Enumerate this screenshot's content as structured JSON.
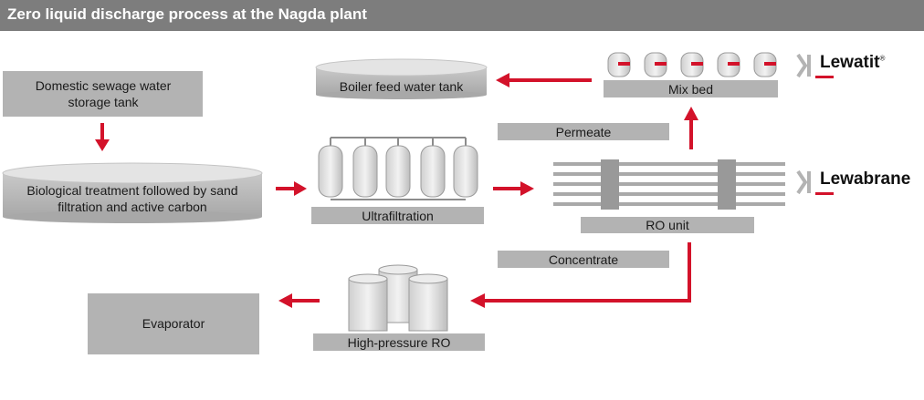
{
  "title": "Zero liquid discharge process at the Nagda plant",
  "nodes": {
    "domestic_sewage": "Domestic sewage water storage tank",
    "biological": "Biological treatment followed by sand filtration and active carbon",
    "ultrafiltration": "Ultrafiltration",
    "ro_unit": "RO unit",
    "mix_bed": "Mix bed",
    "boiler": "Boiler feed water tank",
    "high_pressure_ro": "High-pressure RO",
    "evaporator": "Evaporator"
  },
  "flows": {
    "permeate": "Permeate",
    "concentrate": "Concentrate"
  },
  "brands": {
    "lewatit": "Lewatit",
    "lewatit_mark": "®",
    "lewabrane": "Lewabrane"
  },
  "colors": {
    "accent": "#d3122a",
    "box": "#b3b3b3",
    "header": "#7d7d7d"
  }
}
